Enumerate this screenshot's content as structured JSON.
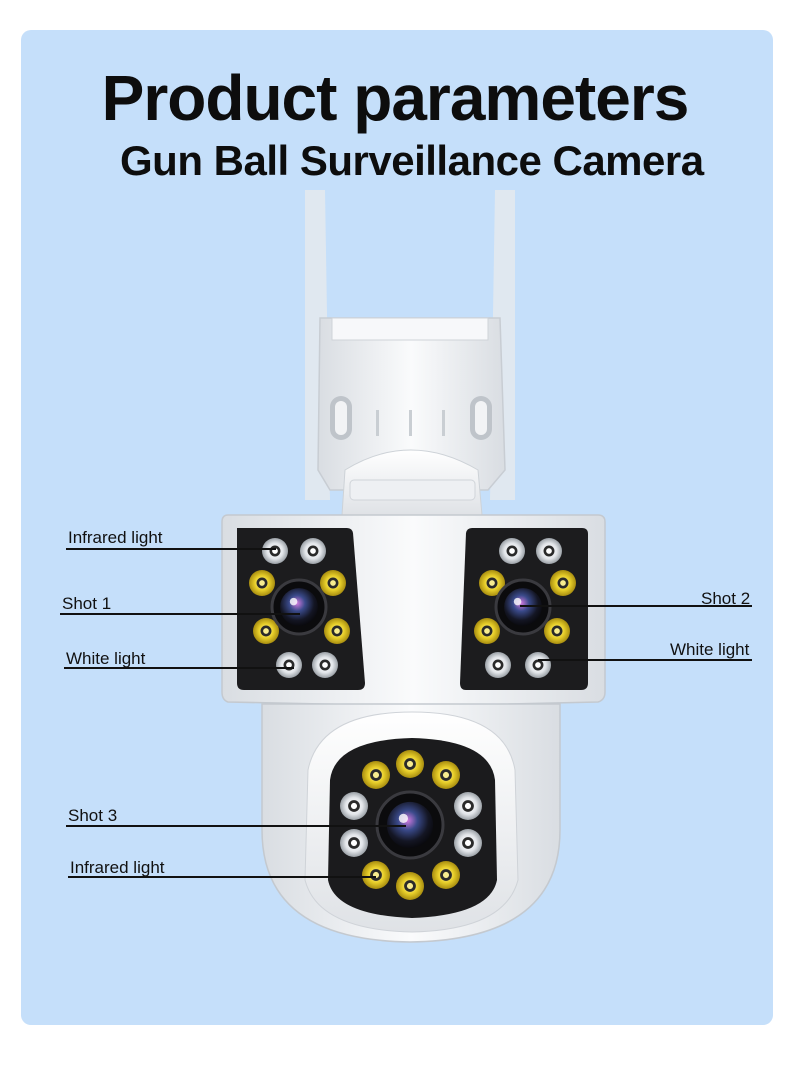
{
  "header": {
    "title": "Product parameters",
    "subtitle": "Gun Ball Surveillance Camera"
  },
  "callouts": {
    "infrared_light_top": "Infrared light",
    "shot_1": "Shot 1",
    "white_light_left": "White light",
    "shot_2": "Shot 2",
    "white_light_right": "White light",
    "shot_3": "Shot 3",
    "infrared_light_bottom": "Infrared light"
  },
  "colors": {
    "background_panel": "#c5dffa",
    "camera_body": "#f4f5f7",
    "led_yellow": "#e6cc2e",
    "led_white": "#dfe3e6",
    "panel_dark": "#1d1d1f"
  }
}
